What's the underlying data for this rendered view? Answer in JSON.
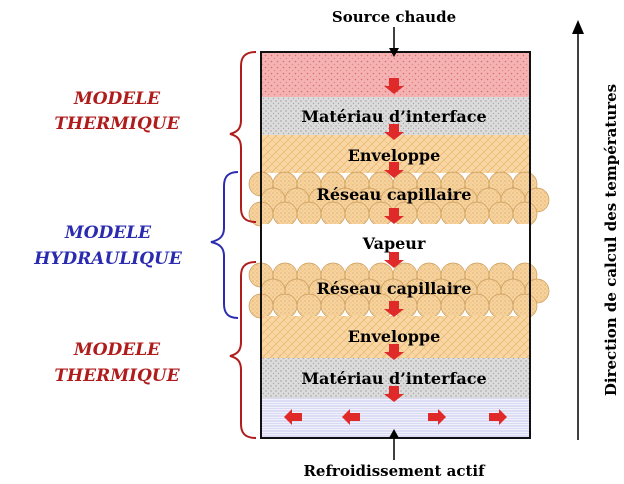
{
  "labels": {
    "top": "Source chaude",
    "bottom": "Refroidissement actif",
    "direction": "Direction de calcul des températures"
  },
  "layers": [
    {
      "id": "source",
      "label": ""
    },
    {
      "id": "interface_top",
      "label": "Matériau d’interface"
    },
    {
      "id": "envelope_top",
      "label": "Enveloppe"
    },
    {
      "id": "capillary_top",
      "label": "Réseau capillaire"
    },
    {
      "id": "vapour",
      "label": "Vapeur"
    },
    {
      "id": "capillary_bottom",
      "label": "Réseau capillaire"
    },
    {
      "id": "envelope_bottom",
      "label": "Enveloppe"
    },
    {
      "id": "interface_bottom",
      "label": "Matériau d’interface"
    },
    {
      "id": "cooling",
      "label": ""
    }
  ],
  "models": [
    {
      "id": "thermal_top",
      "line1": "MODELE",
      "line2": "THERMIQUE",
      "color": "#b01c1c"
    },
    {
      "id": "hydraulic",
      "line1": "MODELE",
      "line2": "HYDRAULIQUE",
      "color": "#2b2bb0"
    },
    {
      "id": "thermal_bottom",
      "line1": "MODELE",
      "line2": "THERMIQUE",
      "color": "#b01c1c"
    }
  ],
  "colors": {
    "source": "#f3a9a9",
    "interface": "#d9d9d9",
    "envelope": "#f9d59f",
    "capillary": "#f4ce96",
    "cooling": "#ececf8",
    "arrow": "#e02a2a",
    "thermal": "#b01c1c",
    "hydraulic": "#2b2bb0"
  }
}
